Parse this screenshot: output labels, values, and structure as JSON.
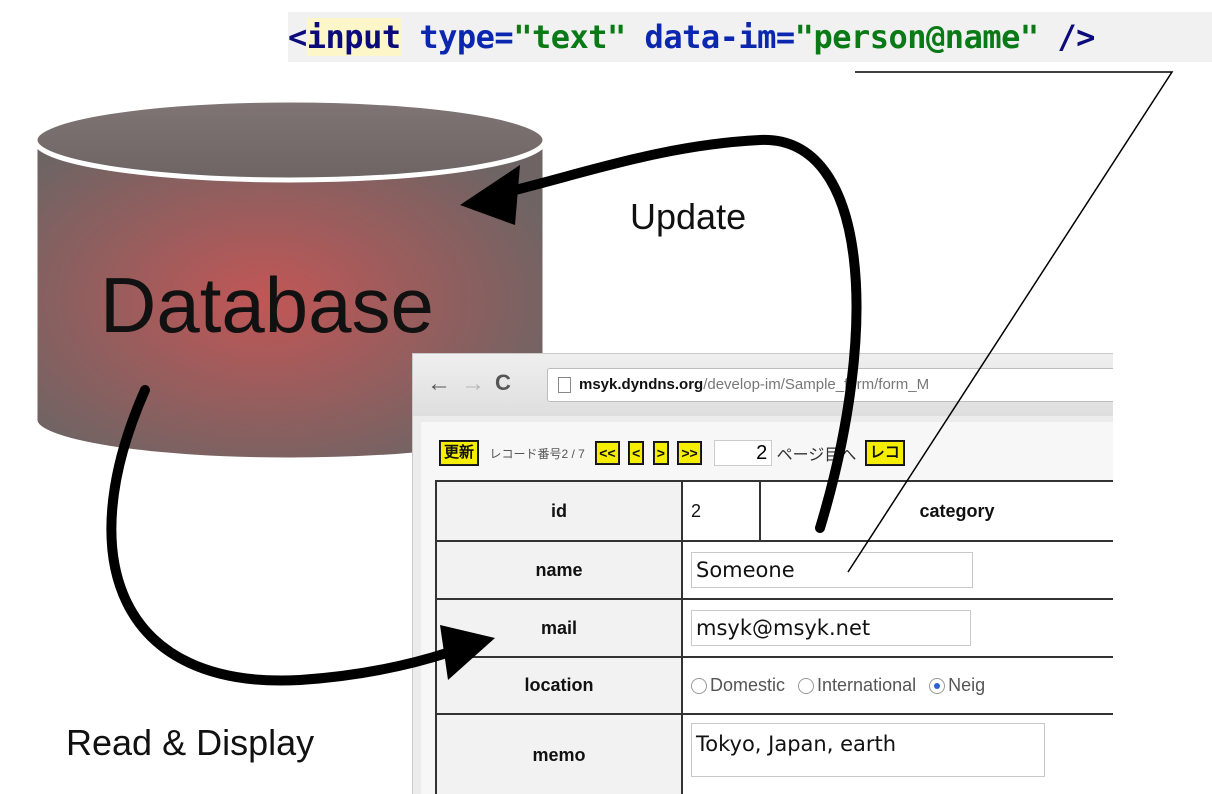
{
  "code": {
    "open_bracket": "<",
    "tag": "input",
    "attr_type": "type=",
    "attr_type_value": "\"text\"",
    "attr_im": "data-im=",
    "attr_im_value": "\"person@name\"",
    "close": "/>"
  },
  "database": {
    "label": "Database"
  },
  "flows": {
    "update_label": "Update",
    "read_label": "Read & Display"
  },
  "browser": {
    "back_icon": "←",
    "forward_icon": "→",
    "reload_icon": "C",
    "url_host": "msyk.dyndns.org",
    "url_path": "/develop-im/Sample_form/form_M"
  },
  "record_nav": {
    "update_button": "更新",
    "record_count": "レコード番号2 / 7",
    "first_button": "<<",
    "prev_button": "<",
    "next_button": ">",
    "last_button": ">>",
    "page_number": "2",
    "page_suffix": "ページ目へ",
    "record_button": "レコ"
  },
  "form": {
    "id_label": "id",
    "id_value": "2",
    "category_label": "category",
    "name_label": "name",
    "name_value": "Someone",
    "mail_label": "mail",
    "mail_value": "msyk@msyk.net",
    "location_label": "location",
    "location_options": [
      "Domestic",
      "International",
      "Neig"
    ],
    "location_selected": "Neig",
    "memo_label": "memo",
    "memo_value": "Tokyo, Japan, earth"
  },
  "colors": {
    "cylinder_center": "#c25656",
    "cylinder_edge": "#6f6464",
    "accent_yellow": "#f6ee00",
    "code_background": "#f1f1f1"
  }
}
